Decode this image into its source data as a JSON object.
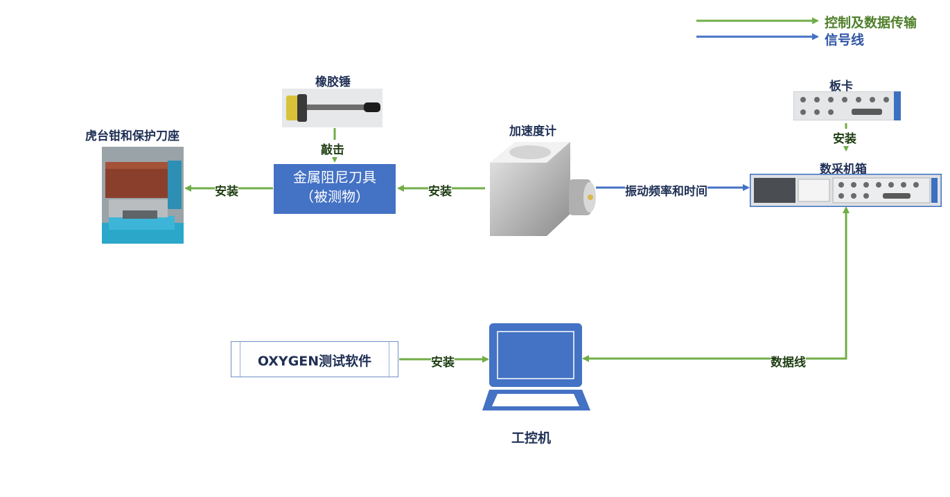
{
  "legend": {
    "control_label": "控制及数据传输",
    "signal_label": "信号线",
    "control_color": "#70ad47",
    "signal_color": "#4472c4"
  },
  "nodes": {
    "vise": "虎台钳和保护刀座",
    "hammer": "橡胶锤",
    "target_line1": "金属阻尼刀具",
    "target_line2": "（被测物）",
    "accelerometer": "加速度计",
    "card": "板卡",
    "chassis": "数采机箱",
    "software": "OXYGEN测试软件",
    "ipc": "工控机"
  },
  "edges": {
    "strike": "敲击",
    "install_vise": "安装",
    "install_accel": "安装",
    "install_card": "安装",
    "install_software": "安装",
    "vibration": "振动频率和时间",
    "data_cable": "数据线"
  },
  "colors": {
    "box_blue": "#4472c4",
    "navy_text": "#1f2f55",
    "green_text": "#1e3d12"
  }
}
